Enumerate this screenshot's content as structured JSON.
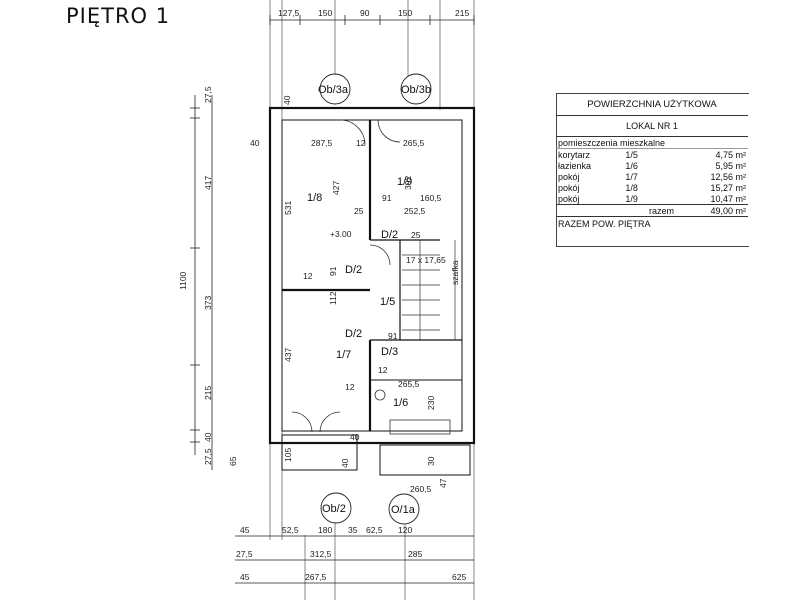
{
  "page_title": "PIĘTRO 1",
  "plan": {
    "top_dims": [
      "127,5",
      "150",
      "90",
      "150",
      "215"
    ],
    "axes": [
      "Ob/3a",
      "Ob/3b",
      "Ob/2",
      "O/1a"
    ],
    "left_dims": [
      "27,5",
      "40",
      "417",
      "1100",
      "373",
      "215",
      "40",
      "27,5",
      "65"
    ],
    "rooms": [
      "1/8",
      "1/9",
      "1/5",
      "1/7",
      "1/6"
    ],
    "doors": [
      "D/2",
      "D/2",
      "D/2",
      "D/3"
    ],
    "level": "+3.00",
    "stair_label": "17 x 17,65",
    "stair_text": "szafka",
    "inner_dims": [
      "287,5",
      "12",
      "265,5",
      "40",
      "531",
      "427",
      "392",
      "160,5",
      "252,5",
      "91",
      "25",
      "12",
      "91",
      "112",
      "437",
      "91",
      "12",
      "12",
      "265,5",
      "230",
      "105",
      "40",
      "30",
      "260,5",
      "47",
      "40",
      "25"
    ],
    "bottom_rows": [
      [
        "45",
        "52,5",
        "180",
        "35",
        "62,5",
        "120"
      ],
      [
        "27,5",
        "312,5",
        "285"
      ],
      [
        "45",
        "267,5",
        "625"
      ]
    ]
  },
  "table": {
    "title": "POWIERZCHNIA UŻYTKOWA",
    "unit": "LOKAL NR 1",
    "section": "pomieszczenia mieszkalne",
    "rows": [
      {
        "name": "korytarz",
        "code": "1/5",
        "area": "4,75 m²"
      },
      {
        "name": "łazienka",
        "code": "1/6",
        "area": "5,95 m²"
      },
      {
        "name": "pokój",
        "code": "1/7",
        "area": "12,56 m²"
      },
      {
        "name": "pokój",
        "code": "1/8",
        "area": "15,27 m²"
      },
      {
        "name": "pokój",
        "code": "1/9",
        "area": "10,47 m²"
      }
    ],
    "sum_label": "razem",
    "sum_value": "49,00 m²",
    "footer": "RAZEM POW. PIĘTRA"
  }
}
